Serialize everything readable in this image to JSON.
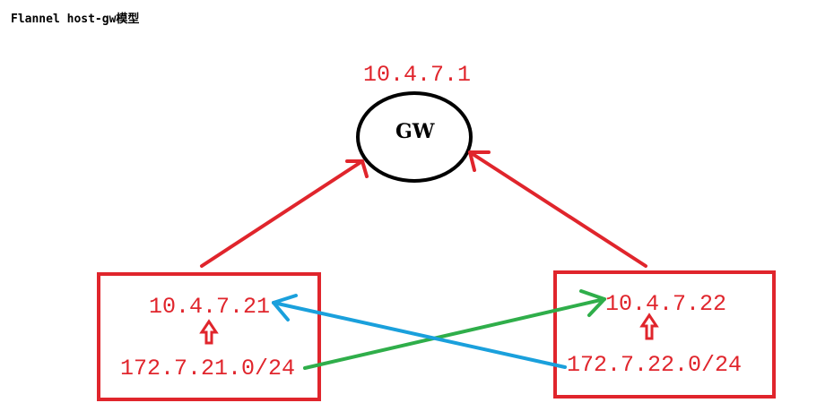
{
  "title": "Flannel host-gw模型",
  "gateway": {
    "ip": "10.4.7.1",
    "label": "GW"
  },
  "hosts": [
    {
      "ip": "10.4.7.21",
      "subnet": "172.7.21.0/24"
    },
    {
      "ip": "10.4.7.22",
      "subnet": "172.7.22.0/24"
    }
  ],
  "colors": {
    "red": "#e0252c",
    "green": "#2fae4a",
    "blue": "#1aa0dc",
    "black": "#000000"
  }
}
